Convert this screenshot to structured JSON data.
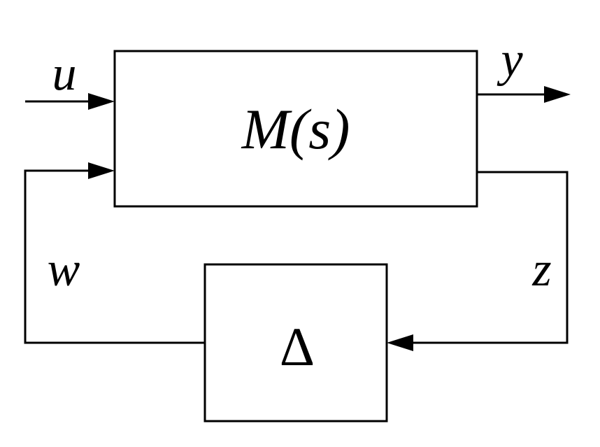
{
  "diagram": {
    "plant_block": {
      "label": "M(s)"
    },
    "uncertainty_block": {
      "label": "Δ"
    },
    "signals": {
      "input_u": "u",
      "output_y": "y",
      "feedback_w": "w",
      "feedback_z": "z"
    }
  }
}
